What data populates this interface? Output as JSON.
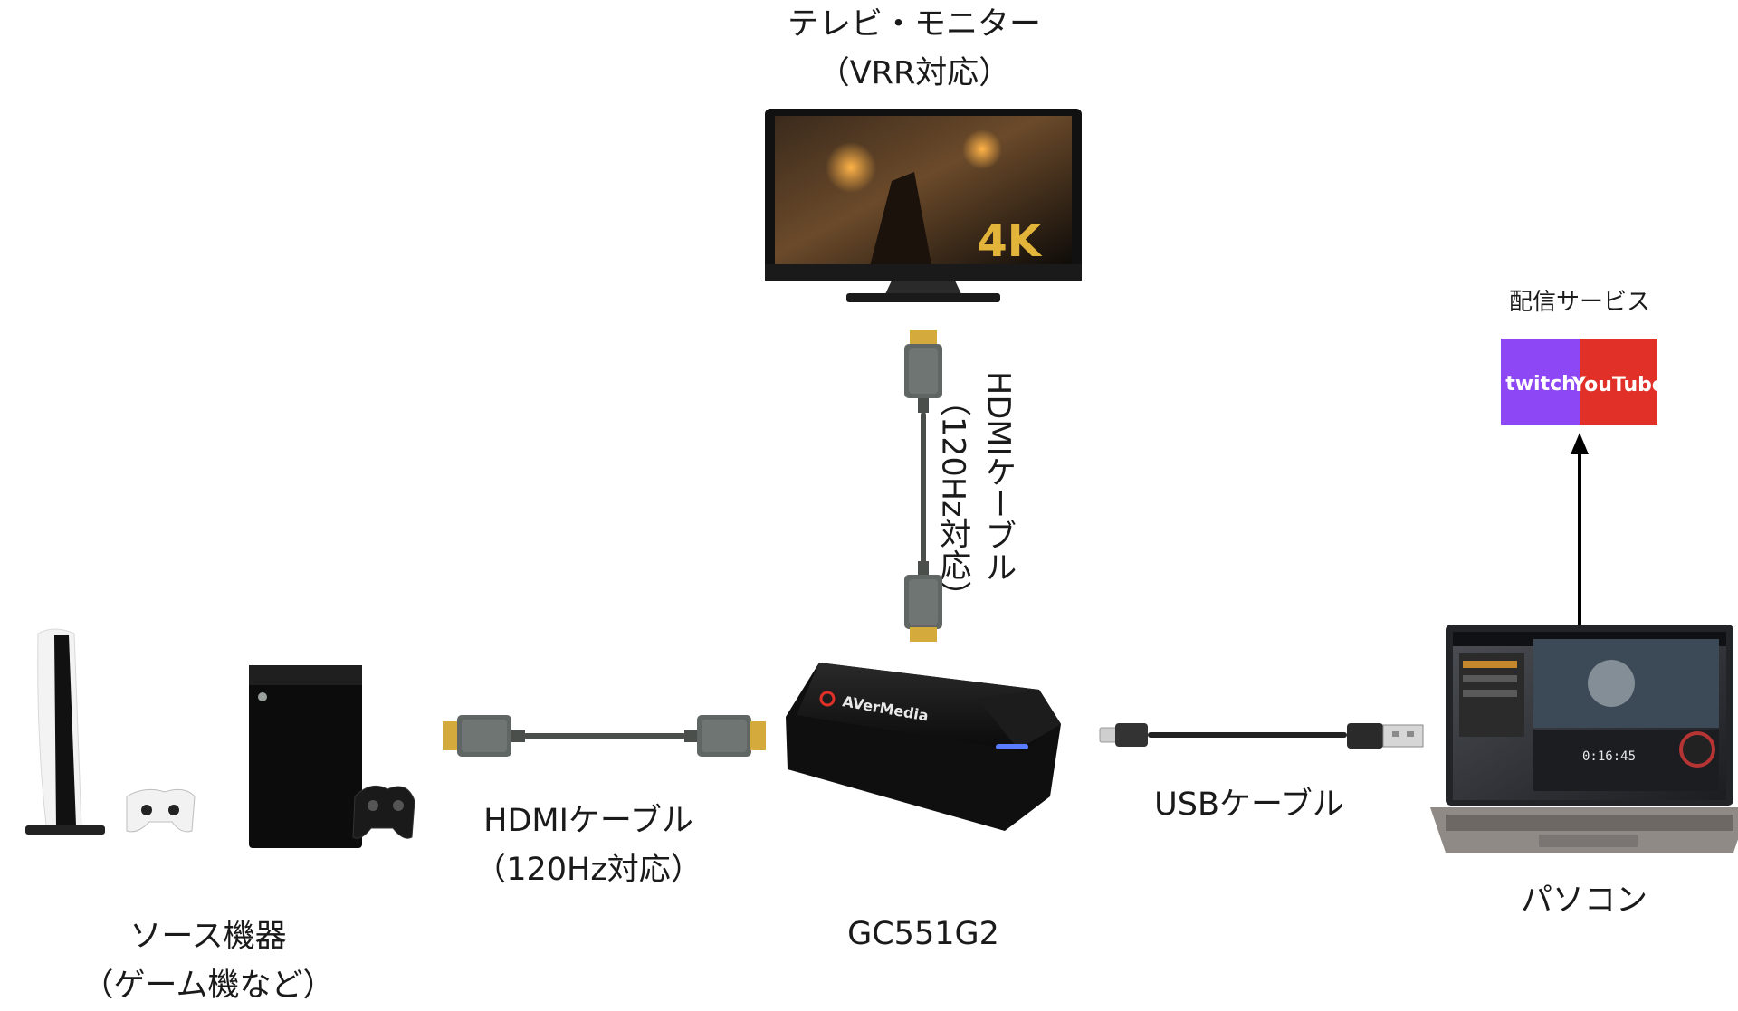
{
  "tv": {
    "title": "テレビ・モニター",
    "subtitle": "（VRR対応）",
    "badge": "4K"
  },
  "cable_top": {
    "line1": "HDMIケーブル",
    "line2": "（120Hz対応）"
  },
  "cable_left": {
    "line1": "HDMIケーブル",
    "line2": "（120Hz対応）"
  },
  "cable_usb": {
    "label": "USBケーブル"
  },
  "source": {
    "line1": "ソース機器",
    "line2": "（ゲーム機など）"
  },
  "capture": {
    "label": "GC551G2",
    "brand": "AVerMedia"
  },
  "pc": {
    "label": "パソコン",
    "timer": "0:16:45"
  },
  "streaming": {
    "title": "配信サービス",
    "services": [
      {
        "name": "twitch",
        "color": "#8e47f5"
      },
      {
        "name": "YouTube",
        "color": "#e03028"
      }
    ]
  },
  "colors": {
    "arrow": "#000000",
    "cable": "#4a4f4c",
    "connector": "#606664",
    "gold": "#d4aa3c"
  }
}
